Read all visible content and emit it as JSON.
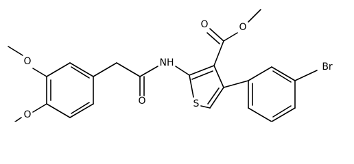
{
  "structure": {
    "atoms": {
      "o_methoxy_top": "O",
      "o_methoxy_bottom": "O",
      "nh": "NH",
      "o_amide": "O",
      "s_thiophene": "S",
      "o_ester_carbonyl": "O",
      "o_ester": "O",
      "br": "Br"
    }
  },
  "colors": {
    "bond": "#000000",
    "label": "#000000",
    "background": "#ffffff"
  }
}
